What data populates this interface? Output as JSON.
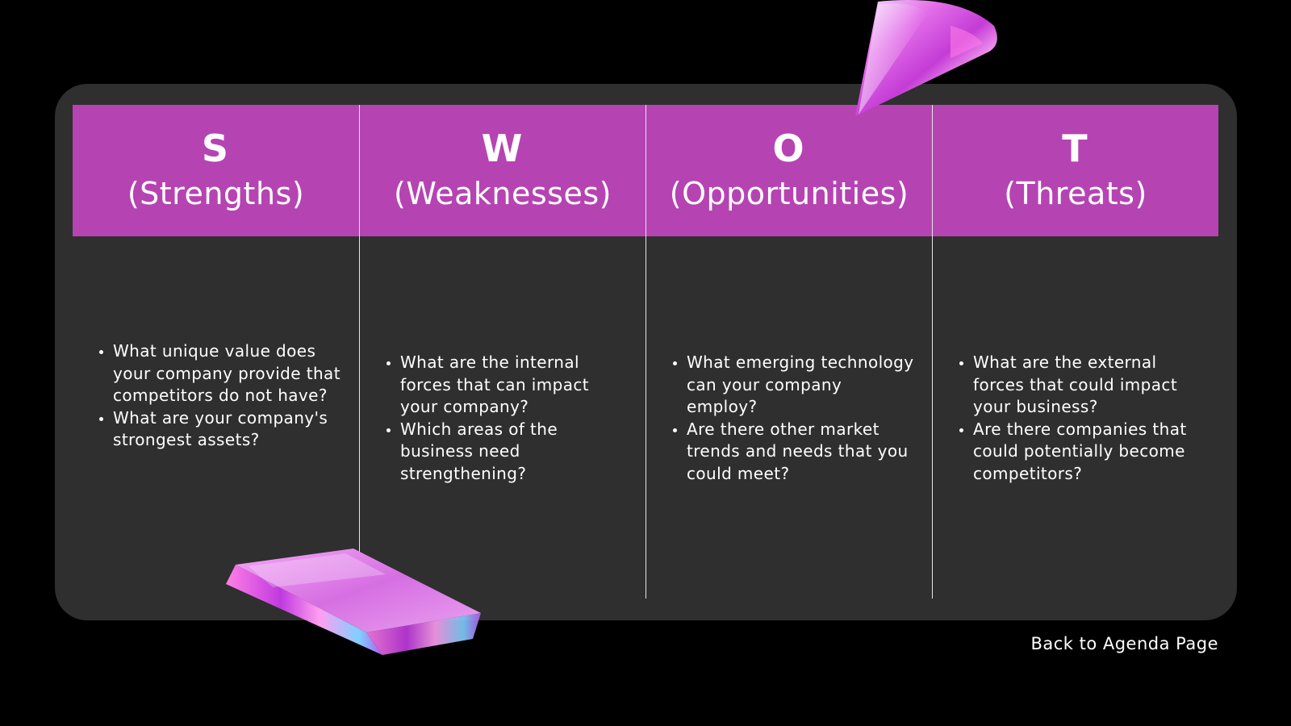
{
  "swot": {
    "columns": [
      {
        "letter": "S",
        "title": "(Strengths)",
        "bullets": [
          "What unique value does your company provide that competitors do not have?",
          "What are your company's strongest assets?"
        ]
      },
      {
        "letter": "W",
        "title": "(Weaknesses)",
        "bullets": [
          "What are the internal forces that can impact your company?",
          "Which areas of the business need strengthening?"
        ]
      },
      {
        "letter": "O",
        "title": "(Opportunities)",
        "bullets": [
          "What emerging technology can your company employ?",
          "Are there other market trends and needs that you could meet?"
        ]
      },
      {
        "letter": "T",
        "title": "(Threats)",
        "bullets": [
          "What are the external forces that could impact your business?",
          "Are there companies that could potentially become competitors?"
        ]
      }
    ]
  },
  "footer": {
    "back_link": "Back to Agenda Page"
  },
  "colors": {
    "background": "#000000",
    "panel": "#2f2f2f",
    "header": "#b544b2",
    "text": "#ffffff"
  }
}
